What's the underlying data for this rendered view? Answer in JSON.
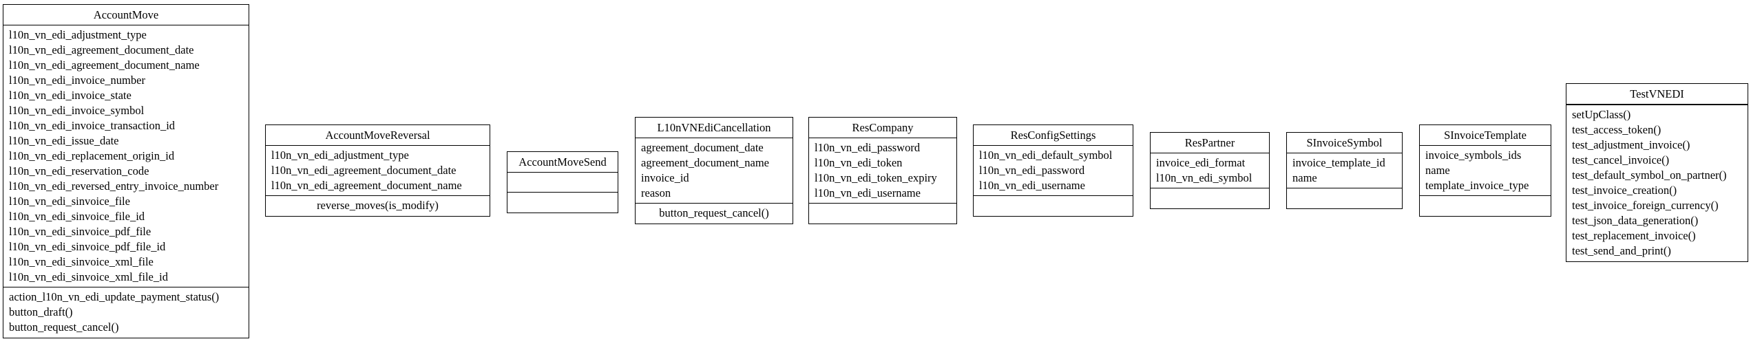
{
  "classes": [
    {
      "name": "AccountMove",
      "attributes": [
        "l10n_vn_edi_adjustment_type",
        "l10n_vn_edi_agreement_document_date",
        "l10n_vn_edi_agreement_document_name",
        "l10n_vn_edi_invoice_number",
        "l10n_vn_edi_invoice_state",
        "l10n_vn_edi_invoice_symbol",
        "l10n_vn_edi_invoice_transaction_id",
        "l10n_vn_edi_issue_date",
        "l10n_vn_edi_replacement_origin_id",
        "l10n_vn_edi_reservation_code",
        "l10n_vn_edi_reversed_entry_invoice_number",
        "l10n_vn_edi_sinvoice_file",
        "l10n_vn_edi_sinvoice_file_id",
        "l10n_vn_edi_sinvoice_pdf_file",
        "l10n_vn_edi_sinvoice_pdf_file_id",
        "l10n_vn_edi_sinvoice_xml_file",
        "l10n_vn_edi_sinvoice_xml_file_id"
      ],
      "methods": [
        "action_l10n_vn_edi_update_payment_status()",
        "button_draft()",
        "button_request_cancel()"
      ]
    },
    {
      "name": "AccountMoveReversal",
      "attributes": [
        "l10n_vn_edi_adjustment_type",
        "l10n_vn_edi_agreement_document_date",
        "l10n_vn_edi_agreement_document_name"
      ],
      "methods": [
        "reverse_moves(is_modify)"
      ]
    },
    {
      "name": "AccountMoveSend",
      "attributes": [],
      "methods": []
    },
    {
      "name": "L10nVNEdiCancellation",
      "attributes": [
        "agreement_document_date",
        "agreement_document_name",
        "invoice_id",
        "reason"
      ],
      "methods": [
        "button_request_cancel()"
      ]
    },
    {
      "name": "ResCompany",
      "attributes": [
        "l10n_vn_edi_password",
        "l10n_vn_edi_token",
        "l10n_vn_edi_token_expiry",
        "l10n_vn_edi_username"
      ],
      "methods": []
    },
    {
      "name": "ResConfigSettings",
      "attributes": [
        "l10n_vn_edi_default_symbol",
        "l10n_vn_edi_password",
        "l10n_vn_edi_username"
      ],
      "methods": []
    },
    {
      "name": "ResPartner",
      "attributes": [
        "invoice_edi_format",
        "l10n_vn_edi_symbol"
      ],
      "methods": []
    },
    {
      "name": "SInvoiceSymbol",
      "attributes": [
        "invoice_template_id",
        "name"
      ],
      "methods": []
    },
    {
      "name": "SInvoiceTemplate",
      "attributes": [
        "invoice_symbols_ids",
        "name",
        "template_invoice_type"
      ],
      "methods": []
    },
    {
      "name": "TestVNEDI",
      "attributes": [],
      "methods": [
        "setUpClass()",
        "test_access_token()",
        "test_adjustment_invoice()",
        "test_cancel_invoice()",
        "test_default_symbol_on_partner()",
        "test_invoice_creation()",
        "test_invoice_foreign_currency()",
        "test_json_data_generation()",
        "test_replacement_invoice()",
        "test_send_and_print()"
      ]
    }
  ]
}
